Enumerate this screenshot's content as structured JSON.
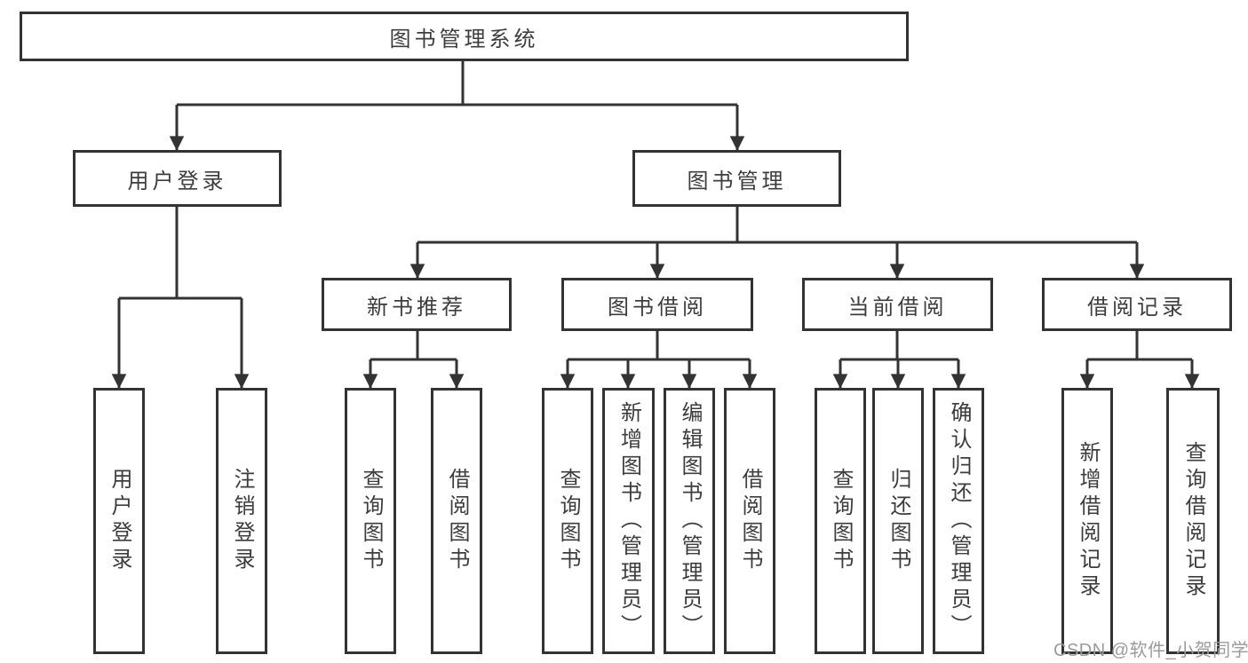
{
  "tree": {
    "root": {
      "label": "图书管理系统"
    },
    "branches": [
      {
        "label": "用户登录",
        "children": [
          {
            "label": "用户登录"
          },
          {
            "label": "注销登录"
          }
        ]
      },
      {
        "label": "图书管理",
        "groups": [
          {
            "label": "新书推荐",
            "children": [
              {
                "label": "查询图书"
              },
              {
                "label": "借阅图书"
              }
            ]
          },
          {
            "label": "图书借阅",
            "children": [
              {
                "label": "查询图书"
              },
              {
                "label": "新增图书（管理员）"
              },
              {
                "label": "编辑图书（管理员）"
              },
              {
                "label": "借阅图书"
              }
            ]
          },
          {
            "label": "当前借阅",
            "children": [
              {
                "label": "查询图书"
              },
              {
                "label": "归还图书"
              },
              {
                "label": "确认归还（管理员）"
              }
            ]
          },
          {
            "label": "借阅记录",
            "children": [
              {
                "label": "新增借阅记录"
              },
              {
                "label": "查询借阅记录"
              }
            ]
          }
        ]
      }
    ]
  },
  "watermark": "CSDN @软件_小贺同学",
  "colors": {
    "line": "#333333",
    "node_border": "#333333",
    "node_text": "#3d3d3d",
    "watermark_text": "#9b9b9b",
    "background": "#ffffff"
  }
}
